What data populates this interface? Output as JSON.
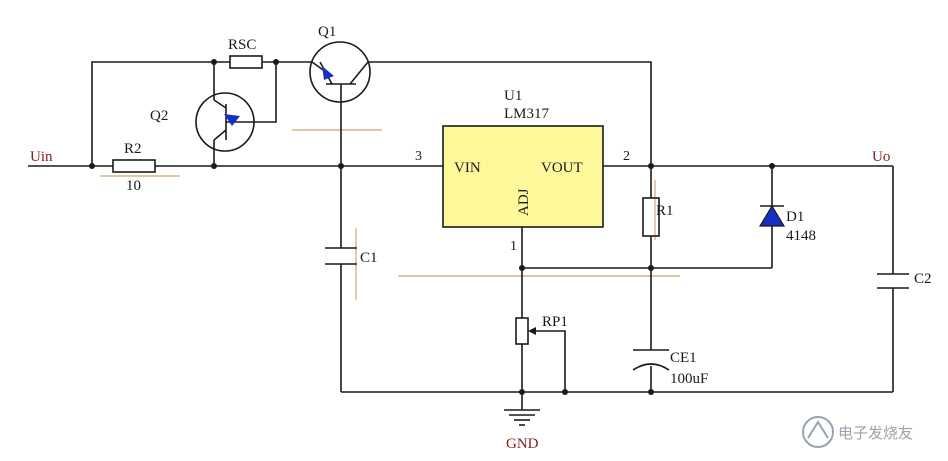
{
  "nets": {
    "input": "Uin",
    "output": "Uo",
    "ground": "GND"
  },
  "colors": {
    "ic_fill": "#fdf99a",
    "net_label": "#8b1a1a",
    "guide": "#d9b38c",
    "wire": "#1a1a1a"
  },
  "regulator": {
    "ref": "U1",
    "part": "LM317",
    "vin": "VIN",
    "vout": "VOUT",
    "adj": "ADJ",
    "pin_vin": "3",
    "pin_vout": "2",
    "pin_adj": "1"
  },
  "components": {
    "q1": "Q1",
    "q2": "Q2",
    "rsc": "RSC",
    "r2": "R2",
    "r2_value": "10",
    "c1": "C1",
    "r1": "R1",
    "rp1": "RP1",
    "ce1": "CE1",
    "ce1_value": "100uF",
    "d1": "D1",
    "d1_value": "4148",
    "c2": "C2"
  },
  "watermark": {
    "text": "电子发烧友",
    "icon": "logo-icon"
  }
}
